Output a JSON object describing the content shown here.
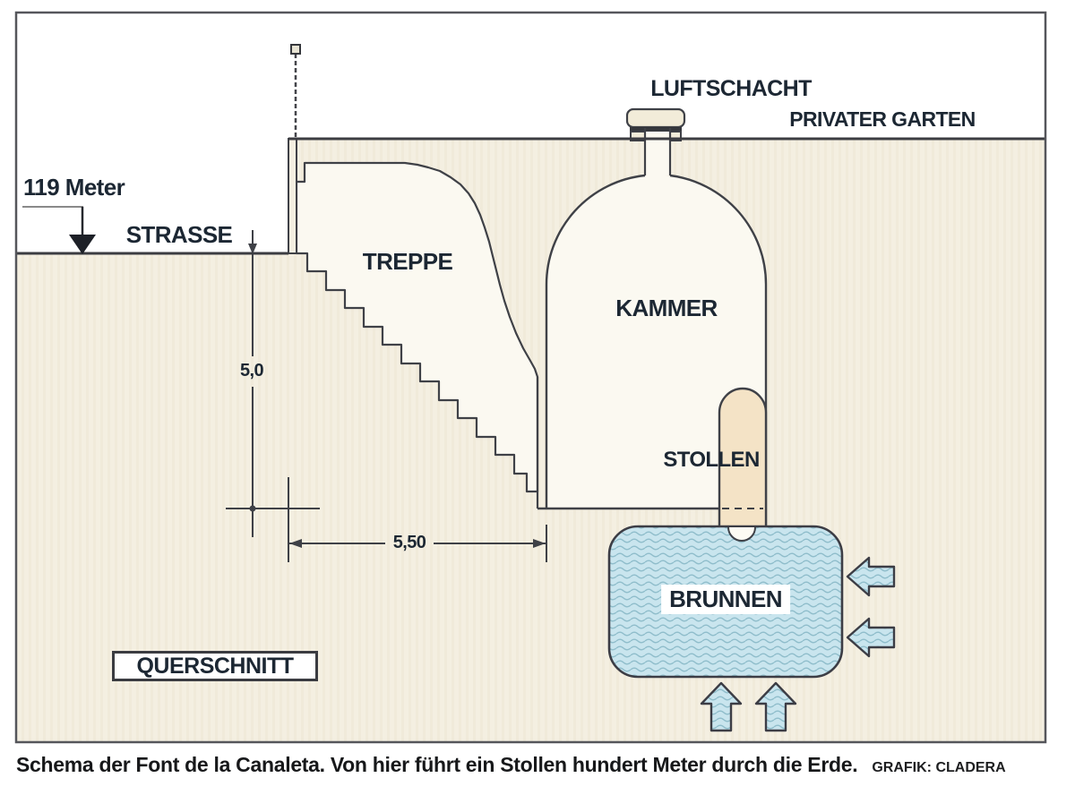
{
  "diagram": {
    "labels": {
      "elevation": "119 Meter",
      "street": "STRASSE",
      "stairs": "TREPPE",
      "chamber": "KAMMER",
      "air_shaft": "LUFTSCHACHT",
      "private_garden": "PRIVATER GARTEN",
      "tunnel": "STOLLEN",
      "well": "BRUNNEN",
      "cross_section": "QUERSCHNITT",
      "dim_vertical": "5,0",
      "dim_horizontal": "5,50"
    },
    "caption": {
      "text": "Schema der Font de la Canaleta. Von hier führt ein Stollen hundert Meter durch die Erde.",
      "credit": "GRAFIK: CLADERA"
    },
    "colors": {
      "earth": "#f4efe1",
      "interior": "#fbf9f1",
      "tunnel": "#f4e3c6",
      "water": "#c9e5ee",
      "wave": "#8fbdcb",
      "line": "#3f4147",
      "label": "#1c2733"
    }
  }
}
